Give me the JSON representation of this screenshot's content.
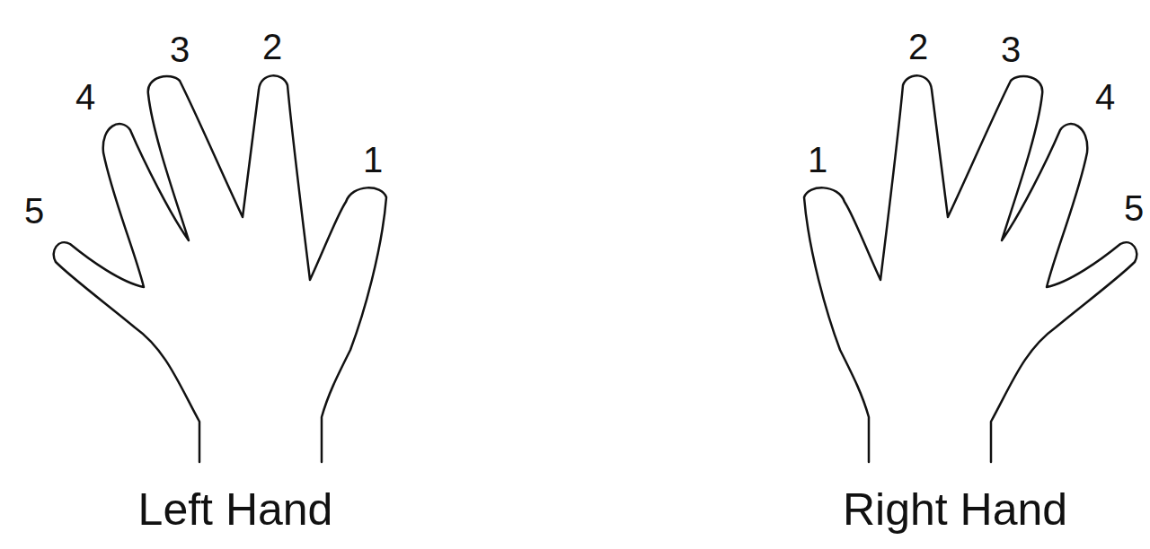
{
  "diagram": {
    "labels": [
      "5",
      "4",
      "3",
      "2",
      "1",
      "Left Hand",
      "1",
      "2",
      "3",
      "4",
      "5",
      "Right Hand"
    ]
  }
}
